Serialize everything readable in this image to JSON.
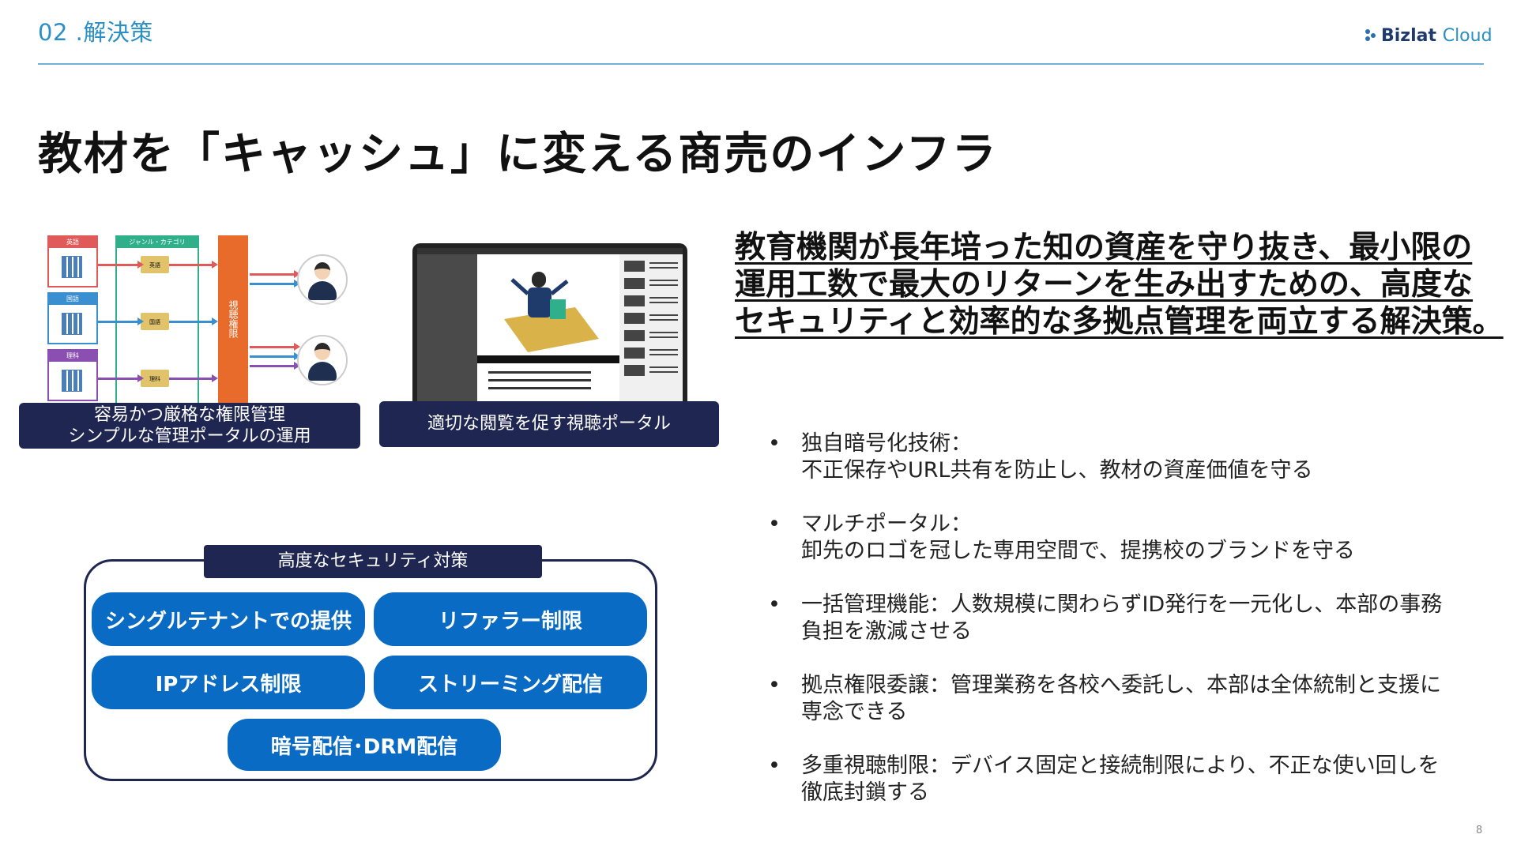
{
  "header": {
    "section_label": "02 .解決策",
    "logo_text": "Bizlat",
    "logo_suffix": "Cloud"
  },
  "title": "教材を「キャッシュ」に変える商売のインフラ",
  "figure_permissions": {
    "sources": [
      "英語",
      "国語",
      "理科"
    ],
    "category_header": "ジャンル・カテゴリ",
    "folders": [
      "英語",
      "国語",
      "理科"
    ],
    "gate_label": "視聴権限",
    "caption_line1": "容易かつ厳格な権限管理",
    "caption_line2": "シンプルな管理ポータルの運用"
  },
  "figure_portal": {
    "caption": "適切な閲覧を促す視聴ポータル"
  },
  "security": {
    "title": "高度なセキュリティ対策",
    "items": [
      "シングルテナントでの提供",
      "リファラー制限",
      "IPアドレス制限",
      "ストリーミング配信",
      "暗号配信･DRM配信"
    ]
  },
  "lead": {
    "line1": "教育機関が長年培った知の資産を守り抜き、最小限の",
    "line2": "運用工数で最大のリターンを生み出すための、高度な",
    "line3": "セキュリティと効率的な多拠点管理を両立する解決策。"
  },
  "bullets": [
    {
      "line1": "独自暗号化技術：",
      "line2": "不正保存やURL共有を防止し、教材の資産価値を守る"
    },
    {
      "line1": "マルチポータル：",
      "line2": "卸先のロゴを冠した専用空間で、提携校のブランドを守る"
    },
    {
      "line1": "一括管理機能：人数規模に関わらずID発行を一元化し、本部の事務",
      "line2": "負担を激減させる"
    },
    {
      "line1": "拠点権限委譲：管理業務を各校へ委託し、本部は全体統制と支援に",
      "line2": "専念できる"
    },
    {
      "line1": "多重視聴制限：デバイス固定と接続制限により、不正な使い回しを",
      "line2": "徹底封鎖する"
    }
  ],
  "page_number": "8",
  "colors": {
    "accent": "#2a8fc4",
    "navy": "#1f2652",
    "pill_blue": "#0a6bc4",
    "orange": "#e96b2b"
  }
}
